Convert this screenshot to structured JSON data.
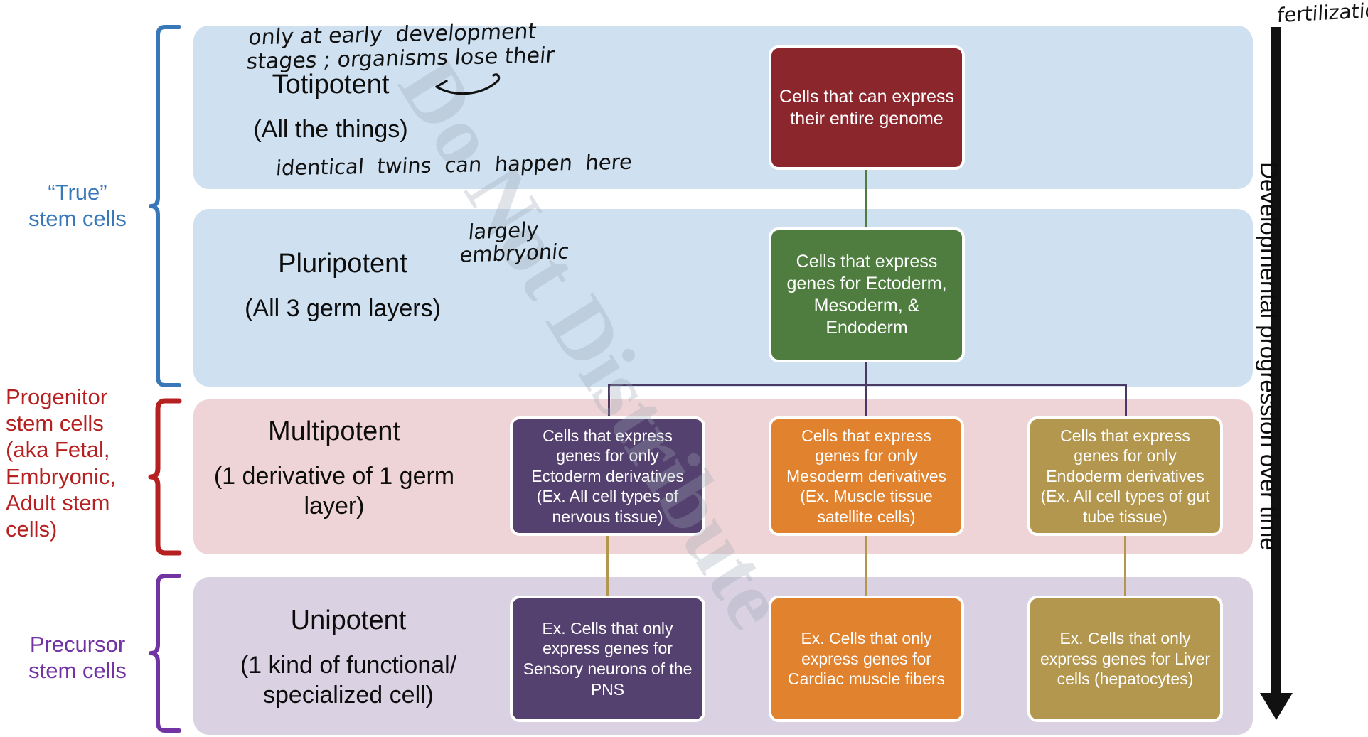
{
  "categories": [
    {
      "id": "true-stem-cells",
      "label": "“True”\nstem cells",
      "color": "#3878B8"
    },
    {
      "id": "progenitor-stem-cells",
      "label": "Progenitor\nstem cells\n(aka Fetal,\nEmbryonic,\nAdult stem\ncells)",
      "color": "#B62020"
    },
    {
      "id": "precursor-stem-cells",
      "label": "Precursor\nstem cells",
      "color": "#7234A3"
    }
  ],
  "rows": {
    "totipotent": {
      "title": "Totipotent",
      "subtitle": "(All the things)",
      "band_color": "#CFE0F0",
      "node": {
        "text": "Cells that can express their entire genome",
        "color": "#8A262C"
      }
    },
    "pluripotent": {
      "title": "Pluripotent",
      "subtitle": "(All 3 germ layers)",
      "band_color": "#CFE0F0",
      "node": {
        "text": "Cells that express genes for Ectoderm, Mesoderm, & Endoderm",
        "color": "#4E7D3F"
      }
    },
    "multipotent": {
      "title": "Multipotent",
      "subtitle": "(1 derivative of 1 germ layer)",
      "band_color": "#EFD4D7",
      "nodes": [
        {
          "text": "Cells that express genes for only Ectoderm derivatives (Ex. All cell types of nervous tissue)",
          "color": "#554170"
        },
        {
          "text": "Cells that express genes for only Mesoderm derivatives (Ex. Muscle tissue satellite cells)",
          "color": "#E1822F"
        },
        {
          "text": "Cells that express genes for only Endoderm derivatives (Ex. All cell types of gut tube tissue)",
          "color": "#B3974F"
        }
      ]
    },
    "unipotent": {
      "title": "Unipotent",
      "subtitle": "(1 kind of functional/ specialized cell)",
      "band_color": "#DAD2E3",
      "nodes": [
        {
          "text": "Ex. Cells that only express genes for Sensory neurons of the PNS",
          "color": "#554170"
        },
        {
          "text": "Ex. Cells that only express genes for Cardiac muscle fibers",
          "color": "#E1822F"
        },
        {
          "text": "Ex. Cells that only express genes for Liver cells (hepatocytes)",
          "color": "#B3974F"
        }
      ]
    }
  },
  "timeline": {
    "label": "Developmental progression over time",
    "color": "#111111"
  },
  "annotations": {
    "totipotent_note": "only at early  development\nstages ; organisms lose their",
    "twins_note": "identical  twins  can  happen  here",
    "pluripotent_note": " largely\nembryonic",
    "fertilization_note": "fertilization"
  },
  "watermark": {
    "text": "Do Not Distribute",
    "color": "#9aa7b4"
  }
}
